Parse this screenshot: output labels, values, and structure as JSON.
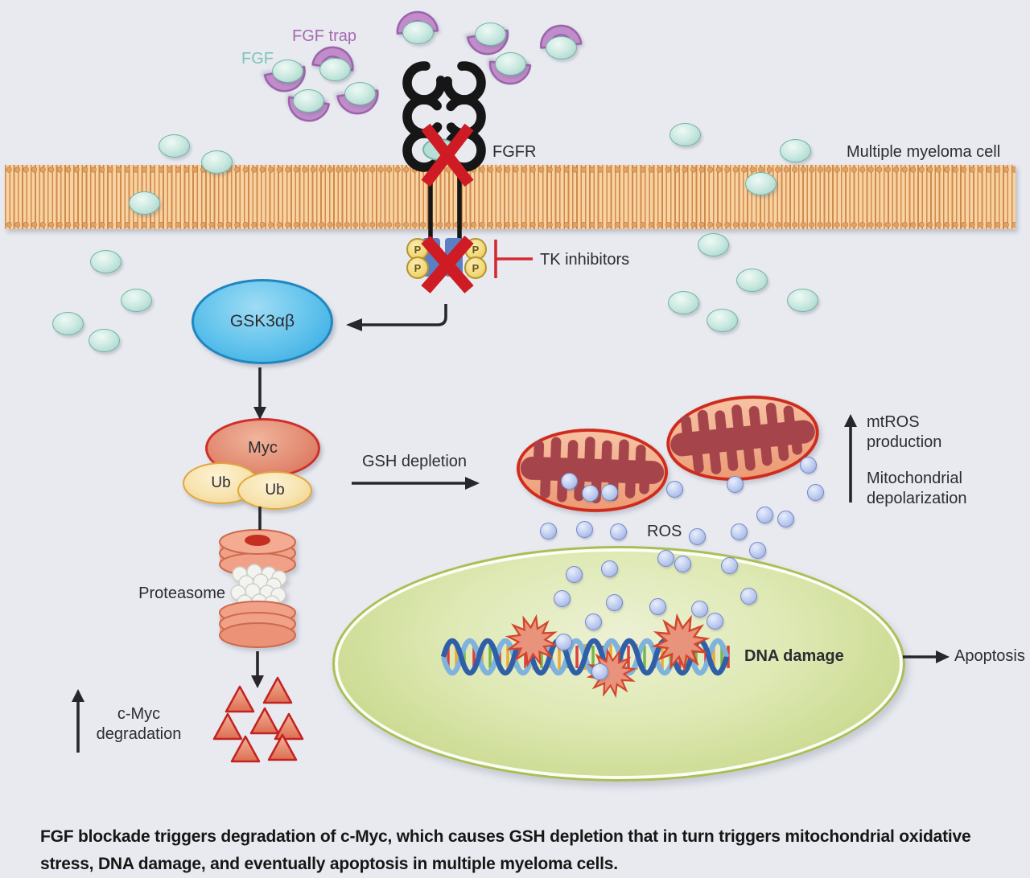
{
  "figure": {
    "type": "signaling-pathway-diagram",
    "topic": "FGF blockade induced c-Myc degradation, oxidative stress and apoptosis in multiple myeloma"
  },
  "labels": {
    "fgf_trap": "FGF trap",
    "fgf": "FGF",
    "fgfr": "FGFR",
    "myeloma_cell": "Multiple myeloma cell",
    "tk_inhibitors": "TK inhibitors",
    "gsk3": "GSK3αβ",
    "myc": "Myc",
    "ub": "Ub",
    "gsh_depletion": "GSH depletion",
    "proteasome": "Proteasome",
    "cmyc_degradation_line1": "c-Myc",
    "cmyc_degradation_line2": "degradation",
    "ros": "ROS",
    "mtros_line1": "mtROS",
    "mtros_line2": "production",
    "depolarization_line1": "Mitochondrial",
    "depolarization_line2": "depolarization",
    "dna_damage": "DNA damage",
    "apoptosis": "Apoptosis",
    "phospho": "P"
  },
  "caption": "FGF blockade triggers degradation of c-Myc, which causes GSH depletion that in turn triggers mitochondrial oxidative stress, DNA damage, and eventually apoptosis in multiple myeloma cells.",
  "palette": {
    "bg": "#e8eaf0",
    "ink": "#2c2c31",
    "mem-fill": "#f8d2a0",
    "mem-tail": "#cf8a4d",
    "mem-bead": "#e2a266",
    "mem-bead-edge": "#b5763b",
    "fgf-fill": "#bfe3da",
    "fgf-edge": "#74b3a6",
    "trap-fill": "#c08cca",
    "trap-edge": "#9b62ab",
    "receptor-black": "#161616",
    "x-red": "#cf1b24",
    "inhibitor-red": "#d42a33",
    "p-fill": "#f2d977",
    "kinase-blue": "#5b7fc4",
    "gsk-fill": "#4fb9e8",
    "myc-fill": "#e2826b",
    "ub-fill": "#f7e3ae",
    "prot-fill": "#f0a188",
    "tri-fill": "#e88a70",
    "mito-edge": "#cf2a1c",
    "mito-cristae": "#a6444b",
    "ros-fill": "#aabbe8",
    "cell-fill": "#ccdb93",
    "fgf-label": "#7cc4bc",
    "trap-label": "#a569b0"
  }
}
